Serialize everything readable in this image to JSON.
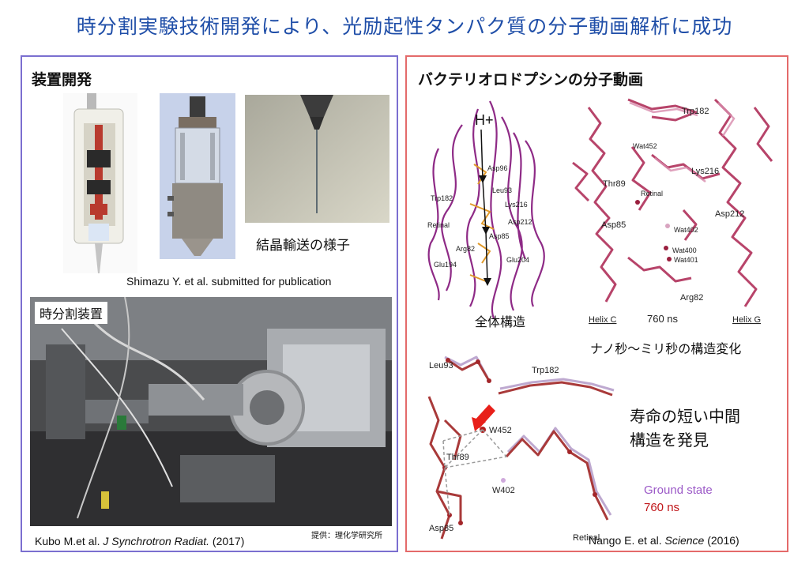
{
  "title": "時分割実験技術開発により、光励起性タンパク質の分子動画解析に成功",
  "left_panel": {
    "heading": "装置開発",
    "crystal_caption": "結晶輸送の様子",
    "credit_shimazu": "Shimazu Y. et al. submitted for publication",
    "device_label": "時分割装置",
    "photo_credit": "提供：理化学研究所",
    "citation_author": "Kubo M.et al.",
    "citation_journal": "J Synchrotron Radiat.",
    "citation_year": "(2017)"
  },
  "right_panel": {
    "heading": "バクテリオロドプシンの分子動画",
    "overall_caption": "全体構造",
    "structure_labels": {
      "proton": "H+",
      "asp96": "Asp96",
      "leu93": "Leu93",
      "trp182": "Trp182",
      "lys216": "Lys216",
      "retinal": "Retinal",
      "asp212": "Asp212",
      "asp85": "Asp85",
      "arg82": "Arg82",
      "glu194": "Glu194",
      "glu204": "Glu204"
    },
    "detail_labels": {
      "trp182": "Trp182",
      "wat452": "Wat452",
      "lys216": "Lys216",
      "thr89": "Thr89",
      "retinal": "Retinal",
      "asp212": "Asp212",
      "asp85": "Asp85",
      "wat402": "Wat402",
      "wat400": "Wat400",
      "wat401": "Wat401",
      "arg82": "Arg82",
      "helix_c": "Helix C",
      "time": "760 ns",
      "helix_g": "Helix G"
    },
    "timescale_caption": "ナノ秒〜ミリ秒の構造変化",
    "zoom_labels": {
      "leu93": "Leu93",
      "trp182": "Trp182",
      "w452": "W452",
      "thr89": "Thr89",
      "w402": "W402",
      "asp85": "Asp85",
      "retinal": "Retinal"
    },
    "discovery_line1": "寿命の短い中間",
    "discovery_line2": "構造を発見",
    "legend_ground": "Ground state",
    "legend_760": "760 ns",
    "citation_author": "Nango E. et al.",
    "citation_journal": "Science",
    "citation_year": "(2016)"
  },
  "colors": {
    "title": "#1f4ea8",
    "left_border": "#7b6fd0",
    "right_border": "#e46a6a",
    "ground_state": "#9b59c7",
    "ns760": "#c0161a",
    "arrow": "#e8201a"
  }
}
